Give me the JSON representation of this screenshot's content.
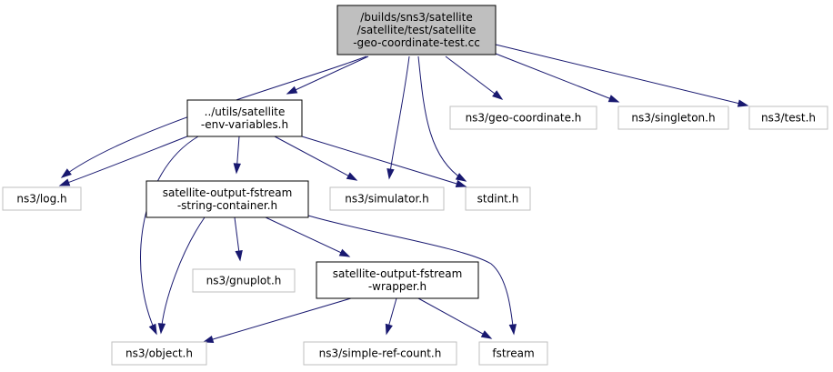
{
  "colors": {
    "edge": "#191970",
    "root_fill": "#bfbfbf",
    "root_border": "#000000",
    "local_border": "#000000",
    "external_border": "#bfbfbf",
    "node_fill": "#ffffff"
  },
  "nodes": [
    {
      "id": "root",
      "kind": "root",
      "lines": [
        "/builds/sns3/satellite",
        "/satellite/test/satellite",
        "-geo-coordinate-test.cc"
      ]
    },
    {
      "id": "env",
      "kind": "local",
      "lines": [
        "../utils/satellite",
        "-env-variables.h"
      ]
    },
    {
      "id": "geo",
      "kind": "external",
      "lines": [
        "ns3/geo-coordinate.h"
      ]
    },
    {
      "id": "singleton",
      "kind": "external",
      "lines": [
        "ns3/singleton.h"
      ]
    },
    {
      "id": "test",
      "kind": "external",
      "lines": [
        "ns3/test.h"
      ]
    },
    {
      "id": "log",
      "kind": "external",
      "lines": [
        "ns3/log.h"
      ]
    },
    {
      "id": "strcont",
      "kind": "local",
      "lines": [
        "satellite-output-fstream",
        "-string-container.h"
      ]
    },
    {
      "id": "simulator",
      "kind": "external",
      "lines": [
        "ns3/simulator.h"
      ]
    },
    {
      "id": "stdint",
      "kind": "external",
      "lines": [
        "stdint.h"
      ]
    },
    {
      "id": "gnuplot",
      "kind": "external",
      "lines": [
        "ns3/gnuplot.h"
      ]
    },
    {
      "id": "wrapper",
      "kind": "local",
      "lines": [
        "satellite-output-fstream",
        "-wrapper.h"
      ]
    },
    {
      "id": "object",
      "kind": "external",
      "lines": [
        "ns3/object.h"
      ]
    },
    {
      "id": "simpleref",
      "kind": "external",
      "lines": [
        "ns3/simple-ref-count.h"
      ]
    },
    {
      "id": "fstream",
      "kind": "external",
      "lines": [
        "fstream"
      ]
    }
  ],
  "edges": [
    {
      "from": "root",
      "to": "log"
    },
    {
      "from": "root",
      "to": "env"
    },
    {
      "from": "root",
      "to": "simulator"
    },
    {
      "from": "root",
      "to": "stdint"
    },
    {
      "from": "root",
      "to": "geo"
    },
    {
      "from": "root",
      "to": "singleton"
    },
    {
      "from": "root",
      "to": "test"
    },
    {
      "from": "env",
      "to": "log"
    },
    {
      "from": "env",
      "to": "strcont"
    },
    {
      "from": "env",
      "to": "object"
    },
    {
      "from": "env",
      "to": "simulator"
    },
    {
      "from": "env",
      "to": "stdint"
    },
    {
      "from": "strcont",
      "to": "gnuplot"
    },
    {
      "from": "strcont",
      "to": "object"
    },
    {
      "from": "strcont",
      "to": "wrapper"
    },
    {
      "from": "strcont",
      "to": "fstream"
    },
    {
      "from": "wrapper",
      "to": "object"
    },
    {
      "from": "wrapper",
      "to": "simpleref"
    },
    {
      "from": "wrapper",
      "to": "fstream"
    }
  ]
}
